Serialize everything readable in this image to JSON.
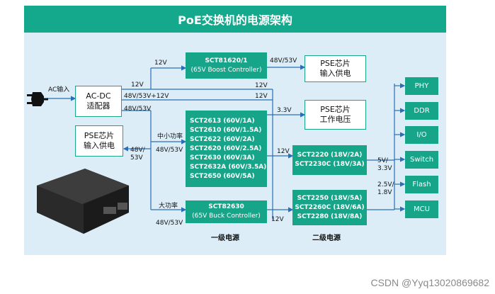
{
  "title": "PoE交换机的电源架构",
  "input": {
    "ac_label": "AC输入"
  },
  "adapter": {
    "line1": "AC-DC",
    "line2": "适配器"
  },
  "pse_supply_left": {
    "line1": "PSE芯片",
    "line2": "输入供电"
  },
  "boost": {
    "line1": "SCT81620/1",
    "line2": "(65V Boost Controller)"
  },
  "pse_supply_right": {
    "line1": "PSE芯片",
    "line2": "输入供电"
  },
  "pse_work": {
    "line1": "PSE芯片",
    "line2": "工作电压"
  },
  "buck_group": [
    "SCT2613 (60V/1A)",
    "SCT2610 (60V/1.5A)",
    "SCT2622 (60V/2A)",
    "SCT2620 (60V/2.5A)",
    "SCT2630 (60V/3A)",
    "SCT2632A (60V/3.5A)",
    "SCT2650 (60V/5A)"
  ],
  "buck_ctrl": {
    "line1": "SCT82630",
    "line2": "(65V Buck Controller)"
  },
  "second_a": [
    "SCT2220 (18V/2A)",
    "SCT2230C (18V/3A)"
  ],
  "second_b": [
    "SCT2250 (18V/5A)",
    "SCT2260C (18V/6A)",
    "SCT2280 (18V/8A)"
  ],
  "outputs": [
    "PHY",
    "DDR",
    "I/O",
    "Switch",
    "Flash",
    "MCU"
  ],
  "labels": {
    "v12_top": "12V",
    "v12_mid": "12V",
    "v12_right1": "12V",
    "v12_right2": "12V",
    "v4853_12": "48V/53V+12V",
    "v4853_adapter": "48V/53V",
    "v4853_boost_out": "48V/53V",
    "v33": "3.3V",
    "small_power": "中小功率",
    "v4853_small": "48V/53V",
    "v48": "48V/",
    "v53": "53V",
    "big_power": "大功率",
    "v4853_bottom": "48V/53V",
    "v12_second_a": "12V",
    "v12_second_b": "12V",
    "v5_33_a": "5V/",
    "v5_33_b": "3.3V",
    "v25_18_a": "2.5V/",
    "v25_18_b": "1.8V"
  },
  "footers": {
    "first": "一级电源",
    "second": "二级电源"
  },
  "watermark": "CSDN @Yyq13020869682",
  "colors": {
    "accent": "#16a589",
    "panel": "#dcedf8",
    "wire": "#2a6fb5"
  }
}
